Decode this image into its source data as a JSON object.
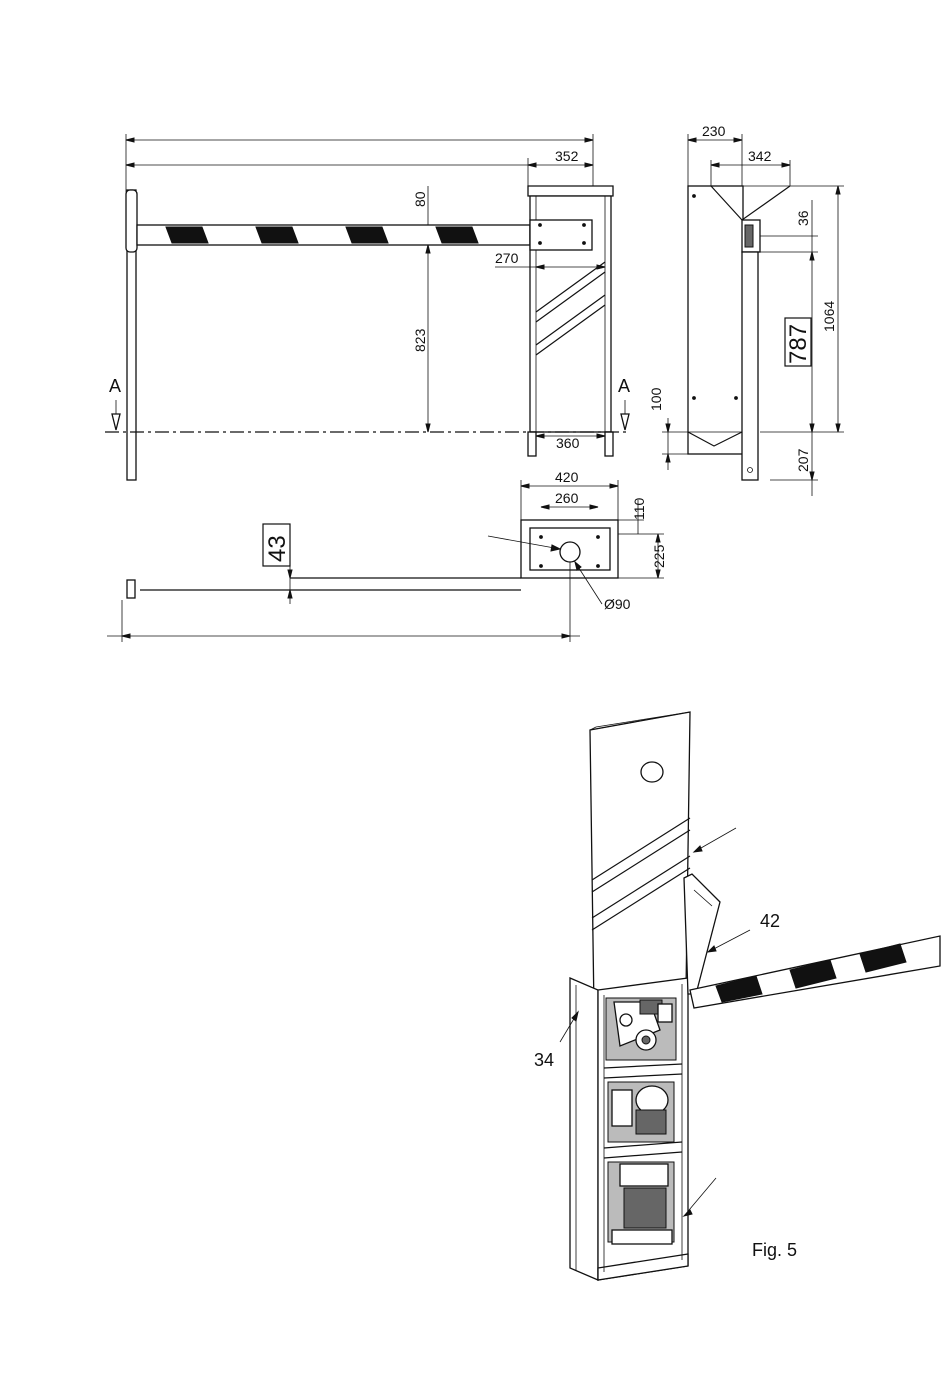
{
  "dimensions": {
    "d352": "352",
    "d80": "80",
    "d270": "270",
    "d823": "823",
    "d360": "360",
    "d420": "420",
    "d260": "260",
    "d110": "110",
    "d225": "225",
    "d90": "Ø90",
    "d43": "43",
    "d230": "230",
    "d342": "342",
    "d36": "36",
    "d1064": "1064",
    "d787": "787",
    "d100": "100",
    "d207": "207"
  },
  "section_marks": {
    "left": "A",
    "right": "A"
  },
  "callouts": {
    "c42": "42",
    "c34": "34"
  },
  "figure_label": "Fig. 5"
}
